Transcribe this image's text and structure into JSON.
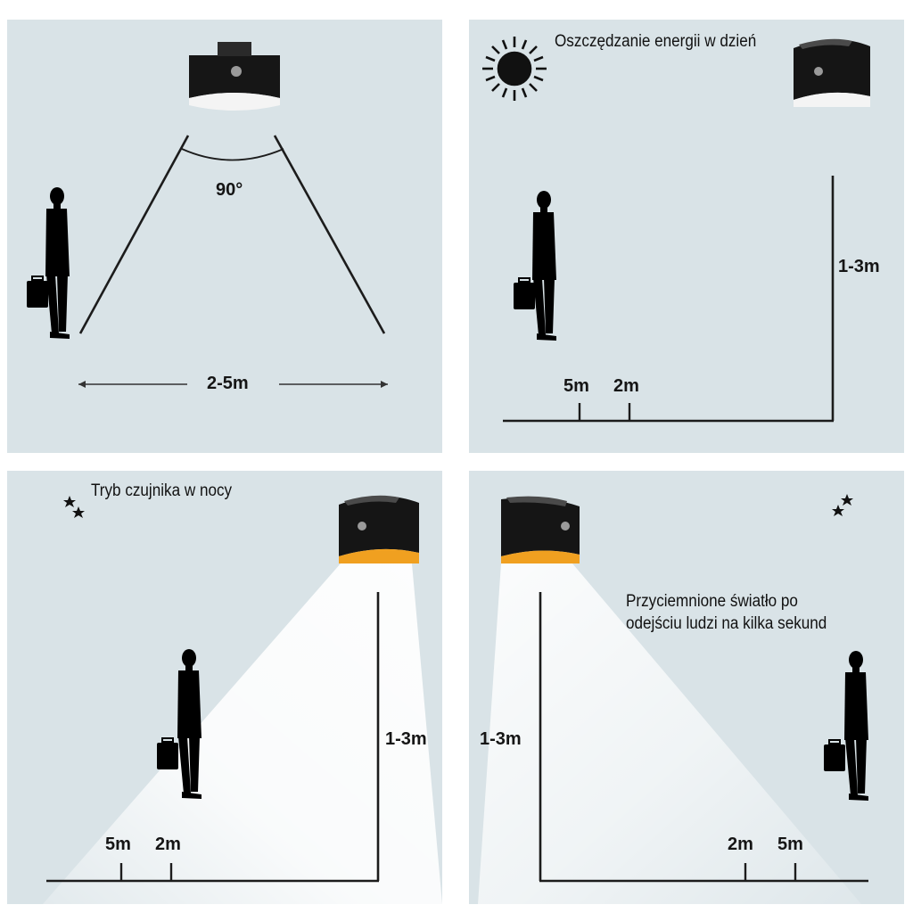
{
  "panels": {
    "detection": {
      "angle_label": "90°",
      "distance_label": "2-5m"
    },
    "day": {
      "caption": "Oszczędzanie energii w dzień",
      "icon": "sun-icon",
      "height_label": "1-3m",
      "marker_far": "5m",
      "marker_near": "2m"
    },
    "night_sensor": {
      "caption": "Tryb czujnika w nocy",
      "icon": "moon-stars-icon",
      "height_label": "1-3m",
      "marker_far": "5m",
      "marker_near": "2m"
    },
    "night_dimmed": {
      "caption_line1": "Przyciemnione światło po",
      "caption_line2": "odejściu ludzi na kilka sekund",
      "icon": "moon-stars-icon",
      "height_label": "1-3m",
      "marker_near": "2m",
      "marker_far": "5m"
    }
  },
  "colors": {
    "panel_bg": "#d9e3e7",
    "lamp_body": "#1a1a1a",
    "lamp_glow_off": "#f2f2f2",
    "lamp_glow_on": "#f0a020",
    "silhouette": "#000000"
  }
}
